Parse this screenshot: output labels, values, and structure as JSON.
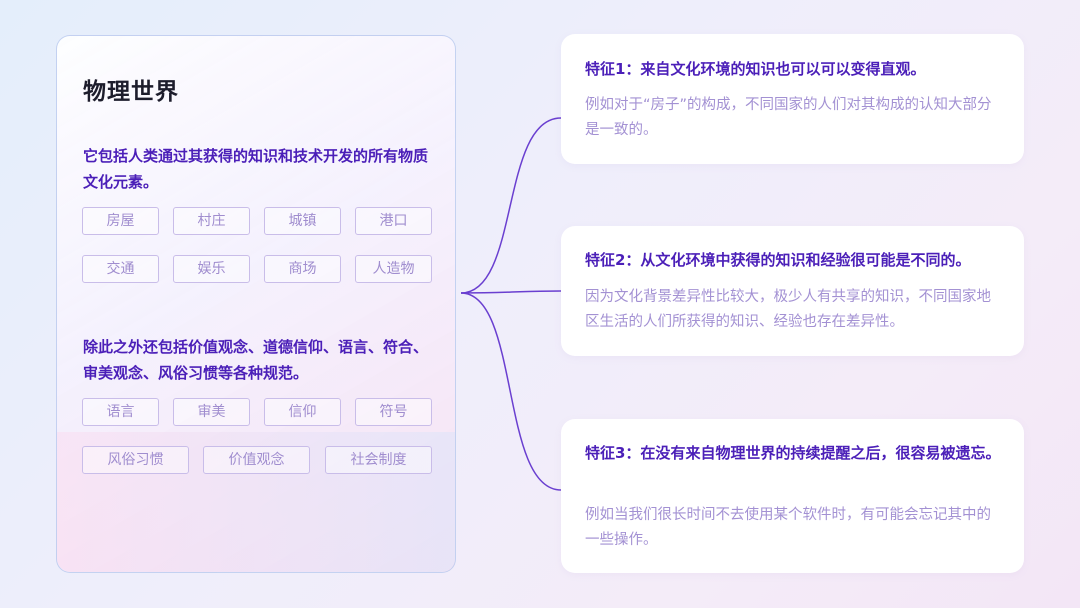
{
  "left_panel": {
    "title": "物理世界",
    "intro1": "它包括人类通过其获得的知识和技术开发的所有物质文化元素。",
    "tags_material_row1": [
      "房屋",
      "村庄",
      "城镇",
      "港口"
    ],
    "tags_material_row2": [
      "交通",
      "娱乐",
      "商场",
      "人造物"
    ],
    "intro2": "除此之外还包括价值观念、道德信仰、语言、符合、审美观念、风俗习惯等各种规范。",
    "tags_norms_row1": [
      "语言",
      "审美",
      "信仰",
      "符号"
    ],
    "tags_norms_row2": [
      "风俗习惯",
      "价值观念",
      "社会制度"
    ]
  },
  "features": [
    {
      "title": "特征1：来自文化环境的知识也可以可以变得直观。",
      "desc": "例如对于“房子”的构成，不同国家的人们对其构成的认知大部分是一致的。"
    },
    {
      "title": "特征2：从文化环境中获得的知识和经验很可能是不同的。",
      "desc": "因为文化背景差异性比较大，极少人有共享的知识，不同国家地区生活的人们所获得的知识、经验也存在差异性。"
    },
    {
      "title": "特征3：在没有来自物理世界的持续提醒之后，很容易被遗忘。",
      "desc": "例如当我们很长时间不去使用某个软件时，有可能会忘记其中的一些操作。"
    }
  ],
  "colors": {
    "accent": "#4b1fb8",
    "muted_text": "#a391d3",
    "tag_border": "#c9bde9",
    "connector": "#6a3fd0"
  }
}
